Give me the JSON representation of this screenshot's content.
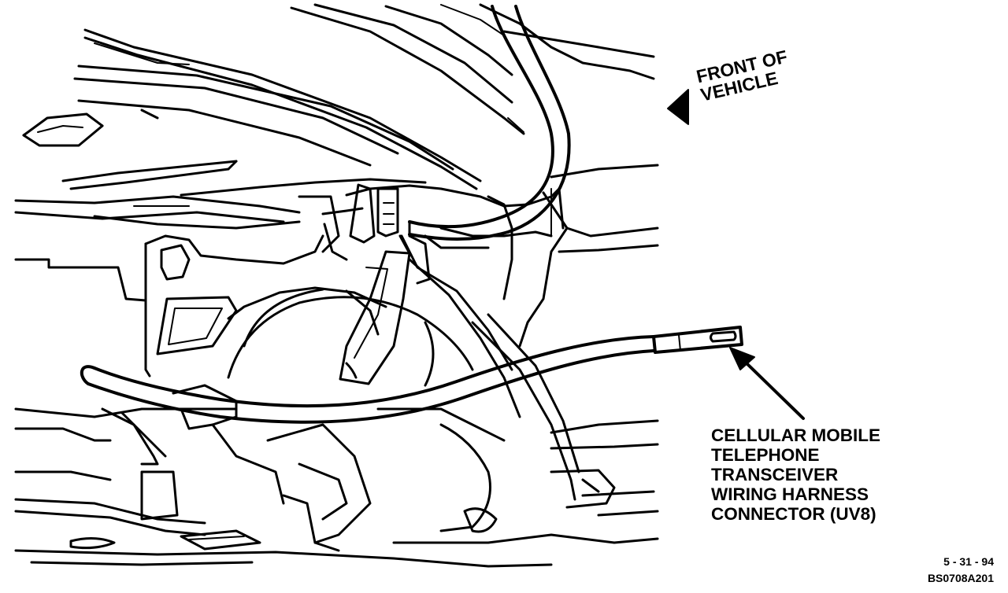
{
  "orientation": {
    "line1": "FRONT OF",
    "line2": "VEHICLE"
  },
  "callout": {
    "lines": [
      "CELLULAR MOBILE",
      "TELEPHONE",
      "TRANSCEIVER",
      "WIRING HARNESS",
      "CONNECTOR (UV8)"
    ]
  },
  "reference": {
    "date": "5 - 31 - 94",
    "code": "BS0708A201"
  }
}
